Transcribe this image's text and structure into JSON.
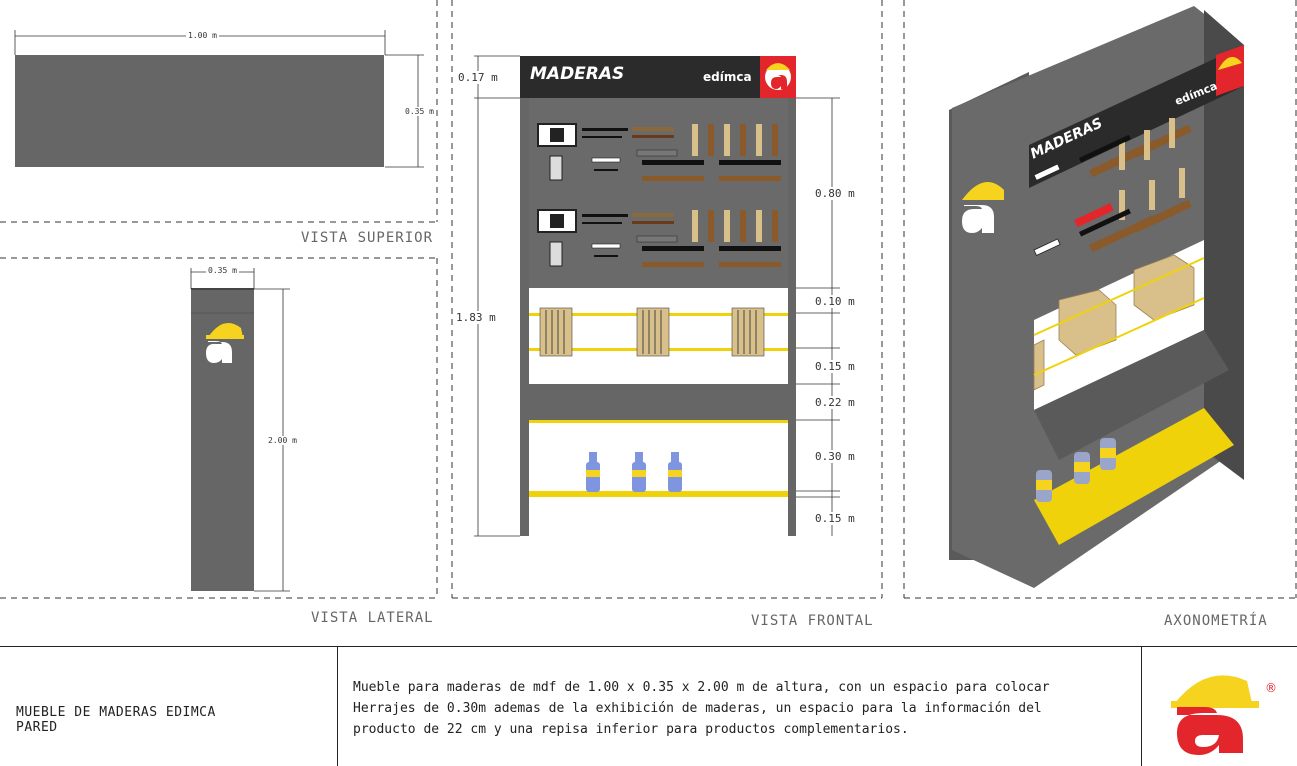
{
  "views": {
    "top": {
      "label": "VISTA SUPERIOR",
      "width_dim": "1.00 m",
      "depth_dim": "0.35 m"
    },
    "side": {
      "label": "VISTA LATERAL",
      "depth_dim": "0.35 m",
      "height_dim": "2.00 m"
    },
    "front": {
      "label": "VISTA FRONTAL",
      "sign_text": "MADERAS",
      "brand": "edímca",
      "dims": {
        "header": "0.17 m",
        "total": "1.83 m",
        "panel": "0.80 m",
        "gap": "0.10 m",
        "wood_shelf": "0.15 m",
        "info": "0.22 m",
        "bottom_shelf": "0.30 m",
        "base": "0.15 m"
      }
    },
    "axo": {
      "label": "AXONOMETRÍA",
      "sign_text": "MADERAS",
      "brand": "edímca"
    }
  },
  "title_block": {
    "name_lines": [
      "MUEBLE DE MADERAS EDIMCA",
      "PARED"
    ],
    "description_lines": [
      "Mueble para maderas de mdf de 1.00 x 0.35 x 2.00 m de altura, con un espacio para colocar",
      "Herrajes de 0.30m ademas de la exhibición de maderas, un espacio para la información del",
      "producto de 22 cm y una repisa inferior para productos complementarios."
    ],
    "registered_mark": "®"
  },
  "colors": {
    "panel_gray": "#666666",
    "dark_gray": "#4a4a4a",
    "sign_black": "#2b2b2b",
    "brand_red": "#e3262b",
    "helmet_yellow": "#f5d31f",
    "shelf_yellow": "#f0d20a",
    "wood_brown": "#8a5a2b",
    "wood_light": "#d9c08a",
    "bottle_blue": "#7f95e0"
  }
}
